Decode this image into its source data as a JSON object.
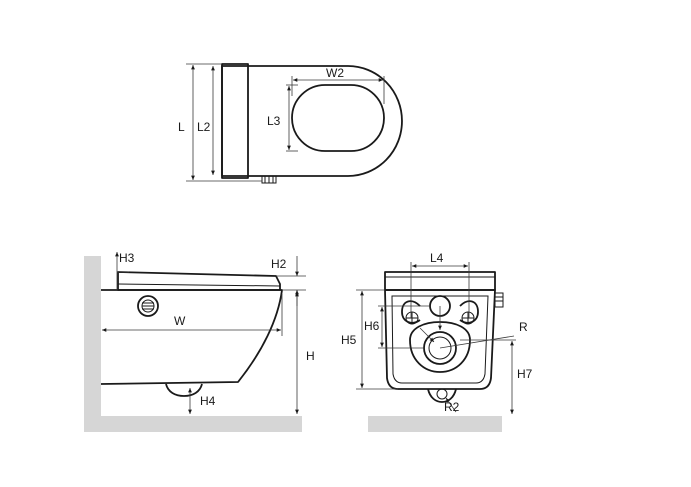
{
  "top_view": {
    "labels": {
      "L": "L",
      "L2": "L2",
      "L3": "L3",
      "W2": "W2"
    }
  },
  "side_view": {
    "labels": {
      "H3": "H3",
      "H2": "H2",
      "W": "W",
      "H": "H",
      "H4": "H4"
    }
  },
  "front_view": {
    "labels": {
      "L4": "L4",
      "H6": "H6",
      "H5": "H5",
      "R": "R",
      "H7": "H7",
      "R2": "R2"
    }
  },
  "colors": {
    "line": "#1a1a1a",
    "wall": "#d6d6d6",
    "background": "#ffffff"
  }
}
